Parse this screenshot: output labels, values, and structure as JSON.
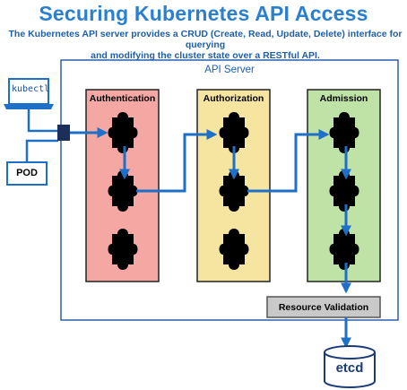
{
  "title": "Securing Kubernetes API Access",
  "subtitle_line1": "The Kubernetes API server provides a CRUD (Create, Read, Update, Delete) interface for querying",
  "subtitle_line2": "and modifying the cluster state over a RESTful API.",
  "api_server_label": "API Server",
  "client_kubectl": "kubectl",
  "client_pod": "POD",
  "stages": [
    {
      "label": "Authentication",
      "color": "#f4a7a3"
    },
    {
      "label": "Authorization",
      "color": "#f6e4a1"
    },
    {
      "label": "Admission",
      "color": "#bfe3a7"
    }
  ],
  "resource_validation": "Resource Validation",
  "etcd": "etcd",
  "colors": {
    "accent": "#2a7fd0",
    "arrow": "#1e6fc8",
    "border": "#1e4f96",
    "validation_bg": "#c9c9c9"
  },
  "icons": [
    "puzzle-piece-icon",
    "laptop-icon",
    "database-icon",
    "gateway-icon"
  ]
}
